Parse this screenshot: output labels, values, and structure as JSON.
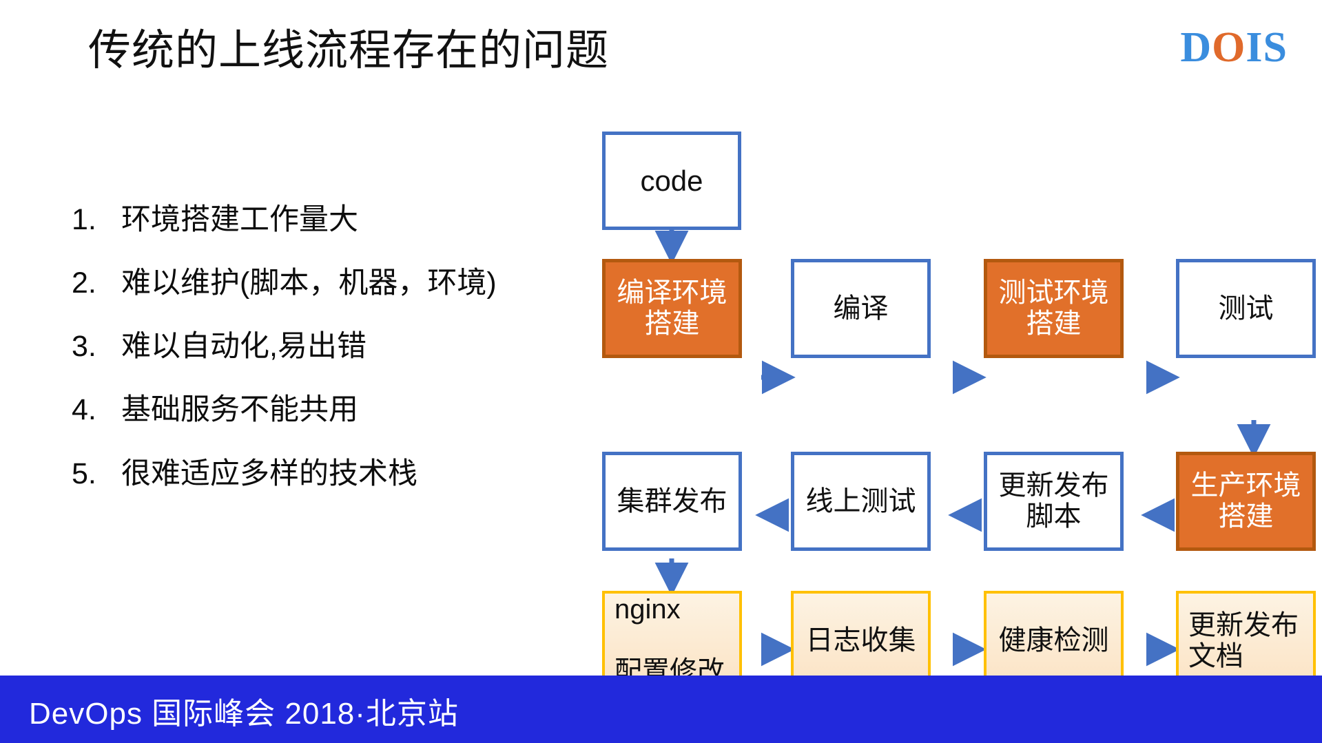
{
  "slide": {
    "title": "传统的上线流程存在的问题",
    "background_color": "#FFFFFF"
  },
  "logo": {
    "letters": [
      {
        "char": "D",
        "color": "#3A8DDE"
      },
      {
        "char": "O",
        "color": "#E06A2B"
      },
      {
        "char": "I",
        "color": "#3A8DDE"
      },
      {
        "char": "S",
        "color": "#3A8DDE"
      }
    ],
    "text": "DOIS"
  },
  "problems": {
    "items": [
      {
        "number": "1.",
        "text": "环境搭建工作量大"
      },
      {
        "number": "2.",
        "text": "难以维护(脚本，机器，环境)"
      },
      {
        "number": "3.",
        "text": "难以自动化,易出错"
      },
      {
        "number": "4.",
        "text": "基础服务不能共用"
      },
      {
        "number": "5.",
        "text": "很难适应多样的技术栈"
      }
    ]
  },
  "flowchart": {
    "colors": {
      "blue_border": "#4472C4",
      "orange_fill": "#E1702A",
      "orange_border": "#B3590F",
      "gold_border": "#FFC000",
      "gold_fill": "#FBE3C4",
      "arrow": "#4472C4"
    },
    "nodes": [
      {
        "id": "code",
        "label": "code",
        "style": "blue"
      },
      {
        "id": "build-env",
        "label": "编译环境\n搭建",
        "style": "orange"
      },
      {
        "id": "compile",
        "label": "编译",
        "style": "blue"
      },
      {
        "id": "test-env",
        "label": "测试环境\n搭建",
        "style": "orange"
      },
      {
        "id": "test",
        "label": "测试",
        "style": "blue"
      },
      {
        "id": "prod-env",
        "label": "生产环境\n搭建",
        "style": "orange"
      },
      {
        "id": "update-script",
        "label": "更新发布\n脚本",
        "style": "blue"
      },
      {
        "id": "online-test",
        "label": "线上测试",
        "style": "blue"
      },
      {
        "id": "cluster-release",
        "label": "集群发布",
        "style": "blue"
      },
      {
        "id": "nginx-config",
        "label_latin": "nginx",
        "label_han": "配置修改",
        "style": "gold"
      },
      {
        "id": "log-collect",
        "label": "日志收集",
        "style": "gold"
      },
      {
        "id": "health-check",
        "label": "健康检测",
        "style": "gold"
      },
      {
        "id": "update-doc",
        "label": "更新发布\n文档",
        "style": "gold"
      }
    ],
    "edges": [
      {
        "from": "code",
        "to": "build-env",
        "direction": "down"
      },
      {
        "from": "build-env",
        "to": "compile",
        "direction": "right"
      },
      {
        "from": "compile",
        "to": "test-env",
        "direction": "right"
      },
      {
        "from": "test-env",
        "to": "test",
        "direction": "right"
      },
      {
        "from": "test",
        "to": "prod-env",
        "direction": "down"
      },
      {
        "from": "prod-env",
        "to": "update-script",
        "direction": "left"
      },
      {
        "from": "update-script",
        "to": "online-test",
        "direction": "left"
      },
      {
        "from": "online-test",
        "to": "cluster-release",
        "direction": "left"
      },
      {
        "from": "cluster-release",
        "to": "nginx-config",
        "direction": "down"
      },
      {
        "from": "nginx-config",
        "to": "log-collect",
        "direction": "right"
      },
      {
        "from": "log-collect",
        "to": "health-check",
        "direction": "right"
      },
      {
        "from": "health-check",
        "to": "update-doc",
        "direction": "right"
      }
    ]
  },
  "footer": {
    "text": "DevOps 国际峰会 2018·北京站",
    "background_color": "#2229DC",
    "text_color": "#FFFFFF"
  }
}
